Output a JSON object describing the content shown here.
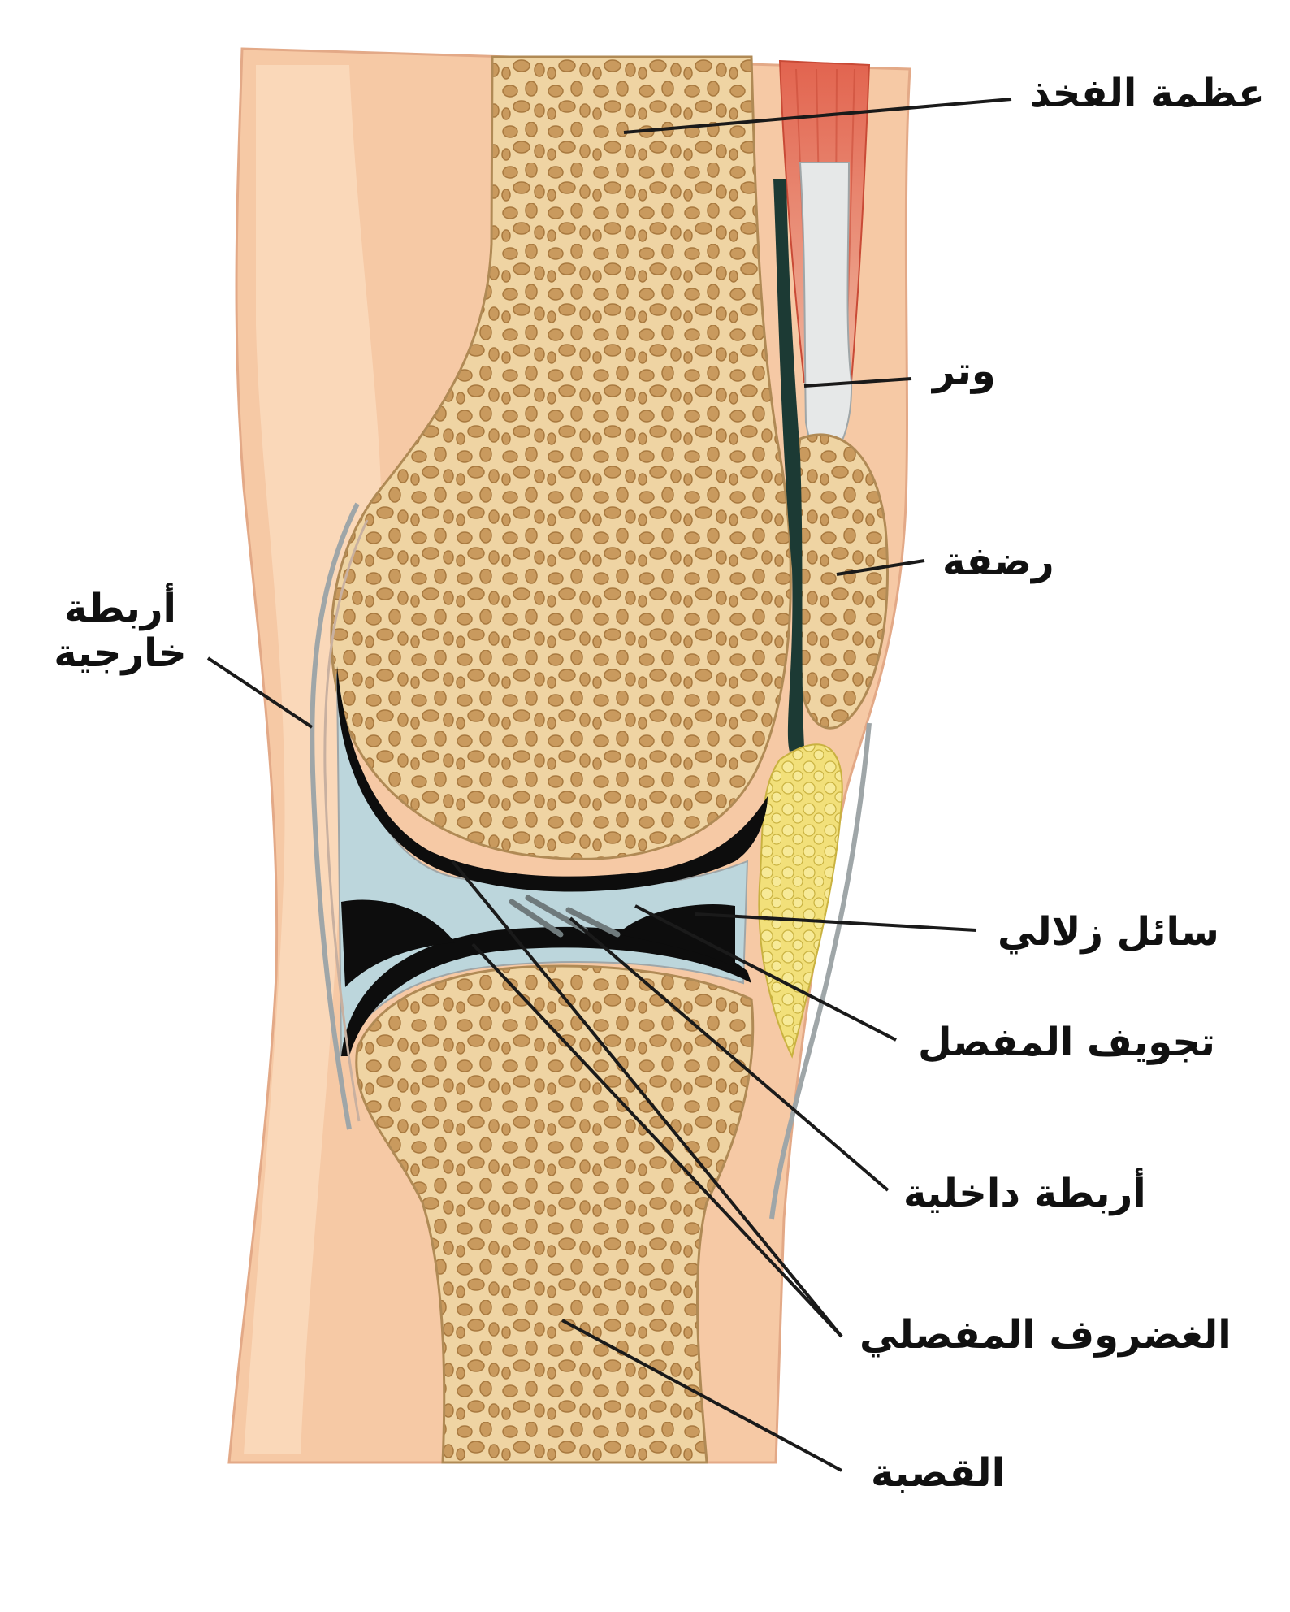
{
  "labels": {
    "femur": "عظمة الفخذ",
    "tendon": "وتر",
    "patella": "رضفة",
    "external_ligaments_line1": "أربطة",
    "external_ligaments_line2": "خارجية",
    "synovial_fluid": "سائل زلالي",
    "joint_cavity": "تجويف المفصل",
    "internal_ligaments": "أربطة داخلية",
    "articular_cartilage": "الغضروف المفصلي",
    "tibia": "القصبة"
  },
  "colors": {
    "skin": "#f6c9a5",
    "skin_light": "#fbdcc0",
    "bone": "#efd4a3",
    "bone_pore": "#c99a5e",
    "bone_pore_edge": "#a8793f",
    "cartilage": "#0d0d0d",
    "synovial": "#bcd6dc",
    "muscle": "#e2644f",
    "fat": "#f2e07a",
    "capsule": "#9fa6a8",
    "leader": "#1a1a1a"
  }
}
